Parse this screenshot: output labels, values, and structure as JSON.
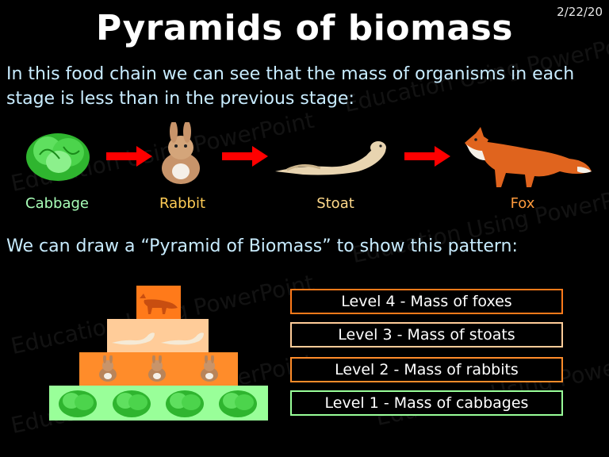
{
  "slide": {
    "date": "2/22/20",
    "title": "Pyramids of biomass",
    "intro": "In this food chain we can see that the mass of organisms in each stage is less than in the previous stage:",
    "subline": "We can draw a “Pyramid of Biomass” to show this pattern:"
  },
  "food_chain": {
    "organisms": [
      "Cabbage",
      "Rabbit",
      "Stoat",
      "Fox"
    ],
    "colors": {
      "cabbage": "#a8ffb8",
      "rabbit": "#ffcc55",
      "stoat": "#ffd98a",
      "fox": "#ff9a3c",
      "arrow": "#ff0000"
    }
  },
  "pyramid": {
    "levels": [
      {
        "label": "Level 4 - Mass of foxes",
        "color": "#ff7a1a",
        "icon": "fox-icon"
      },
      {
        "label": "Level 3 - Mass of stoats",
        "color": "#ffcc99",
        "icon": "stoat-icon"
      },
      {
        "label": "Level 2 - Mass of rabbits",
        "color": "#ff8c2a",
        "icon": "rabbit-icon"
      },
      {
        "label": "Level 1 - Mass of cabbages",
        "color": "#99ff99",
        "icon": "cabbage-icon"
      }
    ]
  },
  "watermark": "Education Using PowerPoint"
}
